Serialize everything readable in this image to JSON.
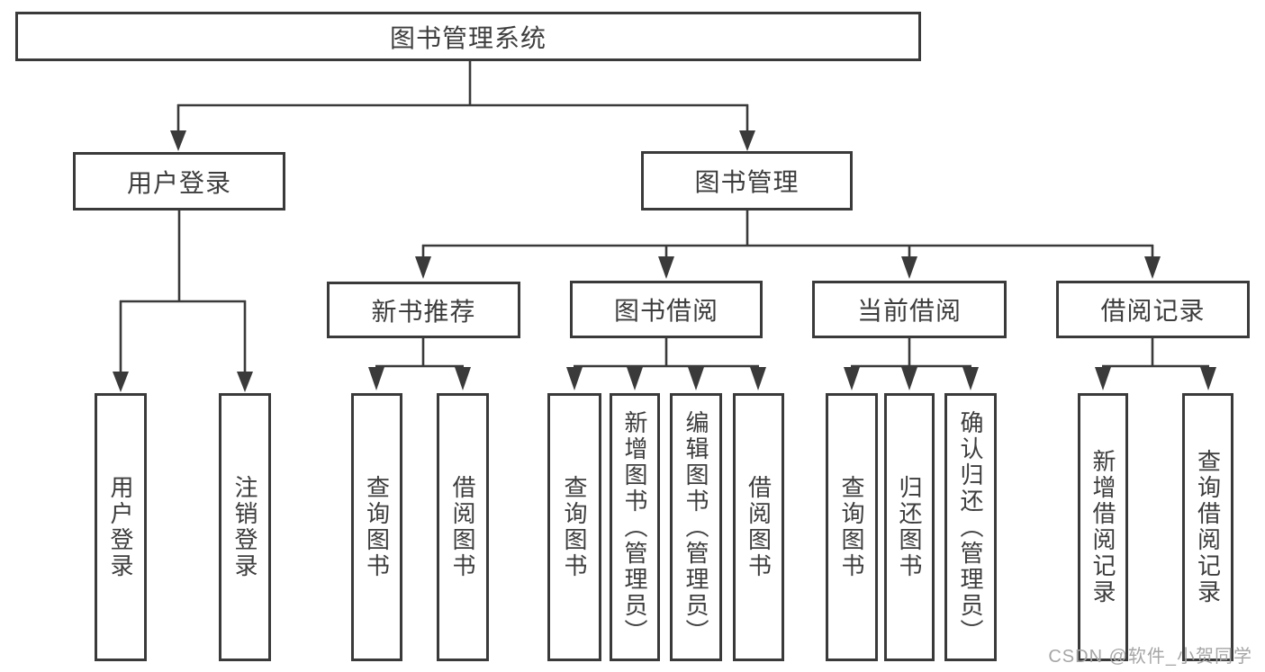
{
  "diagram": {
    "title": "图书管理系统",
    "branches": [
      {
        "label": "用户登录",
        "children": [
          {
            "label": "用户登录"
          },
          {
            "label": "注销登录"
          }
        ]
      },
      {
        "label": "图书管理",
        "children": [
          {
            "label": "新书推荐",
            "children": [
              {
                "label": "查询图书"
              },
              {
                "label": "借阅图书"
              }
            ]
          },
          {
            "label": "图书借阅",
            "children": [
              {
                "label": "查询图书"
              },
              {
                "label": "新增图书（管理员）"
              },
              {
                "label": "编辑图书（管理员）"
              },
              {
                "label": "借阅图书"
              }
            ]
          },
          {
            "label": "当前借阅",
            "children": [
              {
                "label": "查询图书"
              },
              {
                "label": "归还图书"
              },
              {
                "label": "确认归还（管理员）"
              }
            ]
          },
          {
            "label": "借阅记录",
            "children": [
              {
                "label": "新增借阅记录"
              },
              {
                "label": "查询借阅记录"
              }
            ]
          }
        ]
      }
    ]
  },
  "colors": {
    "line": "#3a3a3a",
    "border": "#3a3a3a",
    "text": "#3d3d3d",
    "background": "#ffffff",
    "watermark": "#a6a6a6"
  },
  "watermark": {
    "text": "CSDN @软件_小贺同学"
  }
}
